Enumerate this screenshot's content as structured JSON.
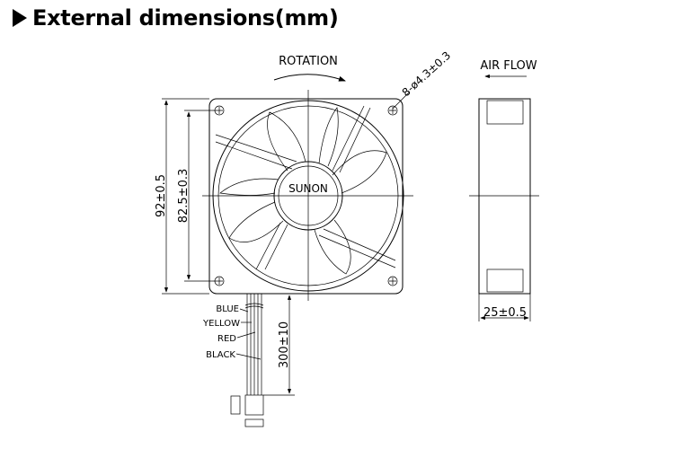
{
  "title": "External dimensions(mm)",
  "drawing": {
    "rotation_label": "ROTATION",
    "hole_callout": "8-ø4.3±0.3",
    "airflow_label": "AIR FLOW",
    "brand_label": "SUNON",
    "dim_outer": "92±0.5",
    "dim_hole_pitch": "82.5±0.3",
    "dim_cable_length": "300±10",
    "dim_thickness": "25±0.5",
    "wires": [
      "BLUE",
      "YELLOW",
      "RED",
      "BLACK"
    ]
  }
}
